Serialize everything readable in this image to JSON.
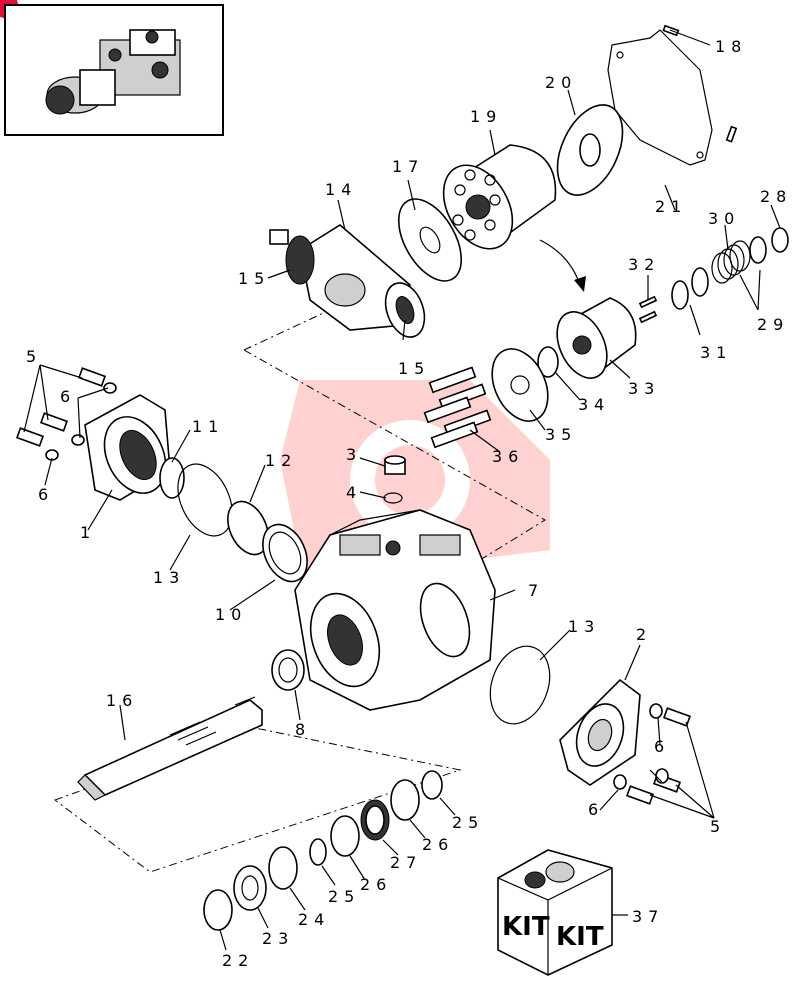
{
  "diagram": {
    "callouts": [
      {
        "id": "c1",
        "text": "1"
      },
      {
        "id": "c2",
        "text": "2"
      },
      {
        "id": "c3",
        "text": "3"
      },
      {
        "id": "c4",
        "text": "4"
      },
      {
        "id": "c5a",
        "text": "5"
      },
      {
        "id": "c5b",
        "text": "5"
      },
      {
        "id": "c6a",
        "text": "6"
      },
      {
        "id": "c6b",
        "text": "6"
      },
      {
        "id": "c6c",
        "text": "6"
      },
      {
        "id": "c6d",
        "text": "6"
      },
      {
        "id": "c7",
        "text": "7"
      },
      {
        "id": "c8",
        "text": "8"
      },
      {
        "id": "c10",
        "text": "10"
      },
      {
        "id": "c11",
        "text": "11"
      },
      {
        "id": "c12",
        "text": "12"
      },
      {
        "id": "c13a",
        "text": "13"
      },
      {
        "id": "c13b",
        "text": "13"
      },
      {
        "id": "c14",
        "text": "14"
      },
      {
        "id": "c15a",
        "text": "15"
      },
      {
        "id": "c15b",
        "text": "15"
      },
      {
        "id": "c16",
        "text": "16"
      },
      {
        "id": "c17",
        "text": "17"
      },
      {
        "id": "c18",
        "text": "18"
      },
      {
        "id": "c19",
        "text": "19"
      },
      {
        "id": "c20",
        "text": "20"
      },
      {
        "id": "c21",
        "text": "21"
      },
      {
        "id": "c22",
        "text": "22"
      },
      {
        "id": "c23",
        "text": "23"
      },
      {
        "id": "c24",
        "text": "24"
      },
      {
        "id": "c25a",
        "text": "25"
      },
      {
        "id": "c25b",
        "text": "25"
      },
      {
        "id": "c26a",
        "text": "26"
      },
      {
        "id": "c26b",
        "text": "26"
      },
      {
        "id": "c27",
        "text": "27"
      },
      {
        "id": "c28",
        "text": "28"
      },
      {
        "id": "c29",
        "text": "29"
      },
      {
        "id": "c30",
        "text": "30"
      },
      {
        "id": "c31",
        "text": "31"
      },
      {
        "id": "c32",
        "text": "32"
      },
      {
        "id": "c33",
        "text": "33"
      },
      {
        "id": "c34",
        "text": "34"
      },
      {
        "id": "c35",
        "text": "35"
      },
      {
        "id": "c36",
        "text": "36"
      },
      {
        "id": "c37",
        "text": "37"
      }
    ],
    "kit_box": {
      "left_text": "KIT",
      "right_text": "KIT"
    },
    "watermark_color": "#ff3333",
    "corner_badge_color": "#e0103a",
    "line_color": "#000000"
  }
}
